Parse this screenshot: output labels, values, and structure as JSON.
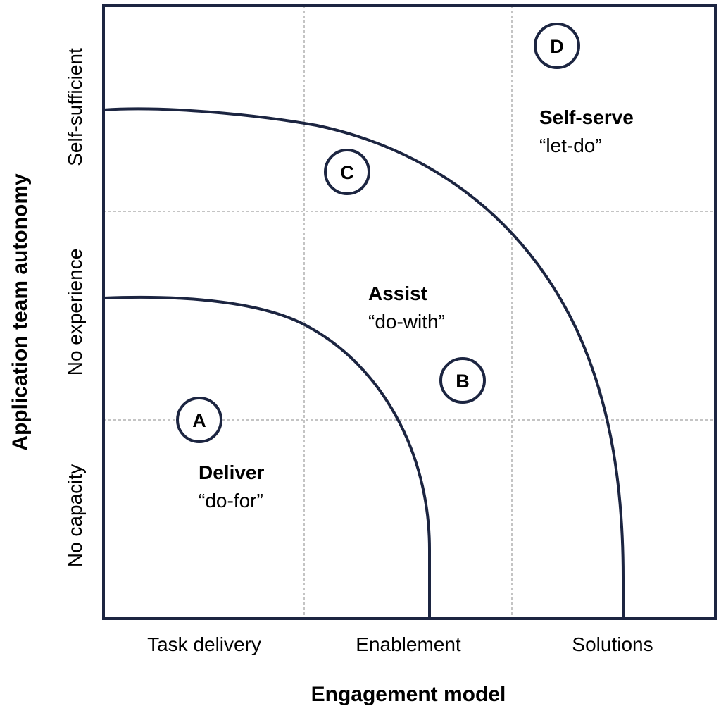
{
  "x_axis": {
    "title": "Engagement model",
    "ticks": [
      "Task delivery",
      "Enablement",
      "Solutions"
    ]
  },
  "y_axis": {
    "title": "Application team autonomy",
    "ticks": [
      "No capacity",
      "No experience",
      "Self-sufficient"
    ]
  },
  "zones": [
    {
      "name": "Deliver",
      "subtitle": "“do-for”"
    },
    {
      "name": "Assist",
      "subtitle": "“do-with”"
    },
    {
      "name": "Self-serve",
      "subtitle": "“let-do”"
    }
  ],
  "markers": [
    "A",
    "B",
    "C",
    "D"
  ],
  "colors": {
    "frame": "#1c2541",
    "curve": "#1c2541",
    "grid": "#8a8a8a",
    "text": "#000000"
  }
}
